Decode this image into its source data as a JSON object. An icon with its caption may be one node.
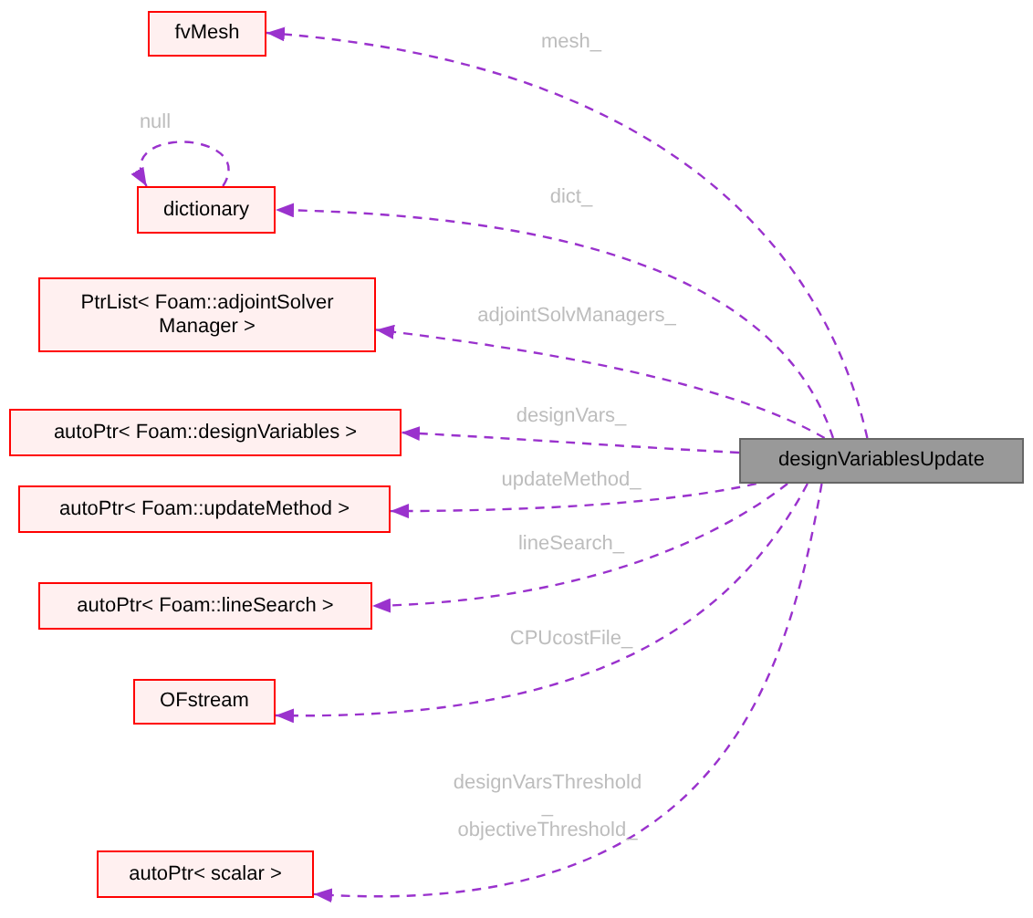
{
  "diagram": {
    "nodes": [
      {
        "text": [
          "fvMesh"
        ]
      },
      {
        "text": [
          "dictionary"
        ]
      },
      {
        "text": [
          "PtrList< Foam::adjointSolver Manager >"
        ]
      },
      {
        "text": [
          "autoPtr< Foam::designVariables >"
        ]
      },
      {
        "text": [
          "designVariablesUpdate"
        ]
      },
      {
        "text": [
          "autoPtr< Foam::updateMethod >"
        ]
      },
      {
        "text": [
          "autoPtr< Foam::lineSearch >"
        ]
      },
      {
        "text": [
          "OFstream"
        ]
      },
      {
        "text": [
          "autoPtr< scalar >"
        ]
      }
    ],
    "edges": [
      {
        "from": 4,
        "to": 0,
        "arrow": "to",
        "label": "mesh_",
        "style": "dashed"
      },
      {
        "from": 1,
        "to": 1,
        "arrow": "to",
        "label": "null",
        "style": "dashed"
      },
      {
        "from": 4,
        "to": 1,
        "arrow": "to",
        "label": "dict_",
        "style": "dashed"
      },
      {
        "from": 4,
        "to": 2,
        "arrow": "to",
        "label": "adjointSolvManagers_",
        "style": "dashed"
      },
      {
        "from": 4,
        "to": 3,
        "arrow": "to",
        "label": "designVars_",
        "style": "dashed"
      },
      {
        "from": 4,
        "to": 5,
        "arrow": "to",
        "label": "updateMethod_",
        "style": "dashed"
      },
      {
        "from": 4,
        "to": 6,
        "arrow": "to",
        "label": "lineSearch_",
        "style": "dashed"
      },
      {
        "from": 4,
        "to": 7,
        "arrow": "to",
        "label": "CPUcostFile_",
        "style": "dashed"
      },
      {
        "from": 4,
        "to": 8,
        "arrow": "to",
        "label": "designVarsThreshold _ objectiveThreshold_",
        "style": "dashed"
      }
    ]
  }
}
